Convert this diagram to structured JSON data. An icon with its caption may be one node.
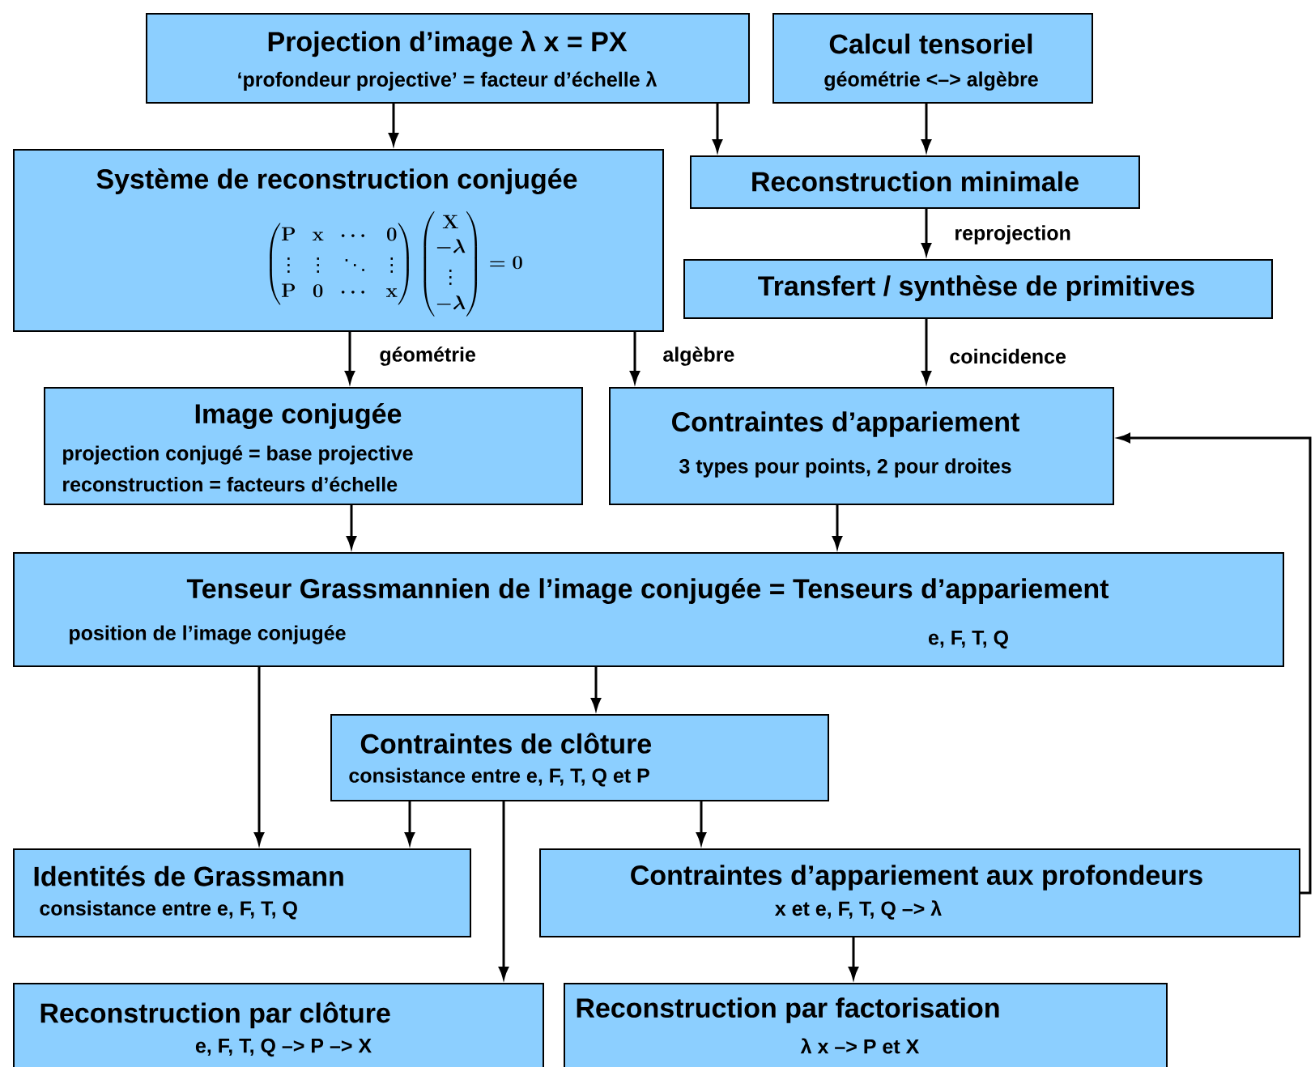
{
  "diagram": {
    "nodes": [
      {
        "text": [
          "Projection d’image λ x = PX",
          "‘profondeur projective’ = facteur d’échelle λ"
        ]
      },
      {
        "text": [
          "Calcul tensoriel",
          "géométrie <–> algèbre"
        ]
      },
      {
        "text": [
          "Système de reconstruction conjugée",
          "\\begin{pmatrix}\\mathbf{P} & \\mathbf{x} & \\cdots & \\mathbf{0}\\\\ \\vdots & \\vdots & \\ddots & \\vdots\\\\ \\mathbf{P} & \\mathbf{0} & \\cdots & \\mathbf{x}\\end{pmatrix}\\begin{pmatrix}\\mathbf{X}\\\\ -\\lambda\\\\ \\vdots\\\\ -\\lambda\\end{pmatrix}=\\mathbf{0}"
        ]
      },
      {
        "text": [
          "Reconstruction minimale"
        ]
      },
      {
        "text": [
          "Transfert / synthèse de primitives"
        ]
      },
      {
        "text": [
          "Image conjugée",
          "projection conjugé = base projective",
          "reconstruction = facteurs d’échelle"
        ]
      },
      {
        "text": [
          "Contraintes d’appariement",
          "3 types pour points, 2 pour droites"
        ]
      },
      {
        "text": [
          "Tenseur Grassmannien de l’image conjugée = Tenseurs d’appariement",
          "position de l’image conjugée",
          "e, F, T, Q"
        ]
      },
      {
        "text": [
          "Contraintes de clôture",
          "consistance entre e, F, T, Q et P"
        ]
      },
      {
        "text": [
          "Identités de Grassmann",
          "consistance entre e, F, T, Q"
        ]
      },
      {
        "text": [
          "Contraintes d’appariement aux profondeurs",
          "x et e, F, T, Q –> λ"
        ]
      },
      {
        "text": [
          "Reconstruction par clôture",
          "e, F, T, Q –> P –> X"
        ]
      },
      {
        "text": [
          "Reconstruction par factorisation",
          "λ x –> P et X"
        ]
      }
    ],
    "edges": [
      {
        "from": 0,
        "to": 2,
        "arrow": "to"
      },
      {
        "from": 0,
        "to": 3,
        "arrow": "to"
      },
      {
        "from": 1,
        "to": 3,
        "arrow": "to"
      },
      {
        "from": 3,
        "to": 4,
        "arrow": "to",
        "label": "reprojection"
      },
      {
        "from": 2,
        "to": 5,
        "arrow": "to",
        "label": "géométrie"
      },
      {
        "from": 2,
        "to": 6,
        "arrow": "to",
        "label": "algèbre"
      },
      {
        "from": 4,
        "to": 6,
        "arrow": "to",
        "label": "coincidence"
      },
      {
        "from": 10,
        "to": 6,
        "arrow": "to"
      },
      {
        "from": 5,
        "to": 7,
        "arrow": "to"
      },
      {
        "from": 6,
        "to": 7,
        "arrow": "to"
      },
      {
        "from": 7,
        "to": 9,
        "arrow": "to"
      },
      {
        "from": 7,
        "to": 8,
        "arrow": "to"
      },
      {
        "from": 8,
        "to": 9,
        "arrow": "to"
      },
      {
        "from": 8,
        "to": 11,
        "arrow": "to"
      },
      {
        "from": 8,
        "to": 10,
        "arrow": "to"
      },
      {
        "from": 10,
        "to": 12,
        "arrow": "to"
      }
    ]
  }
}
